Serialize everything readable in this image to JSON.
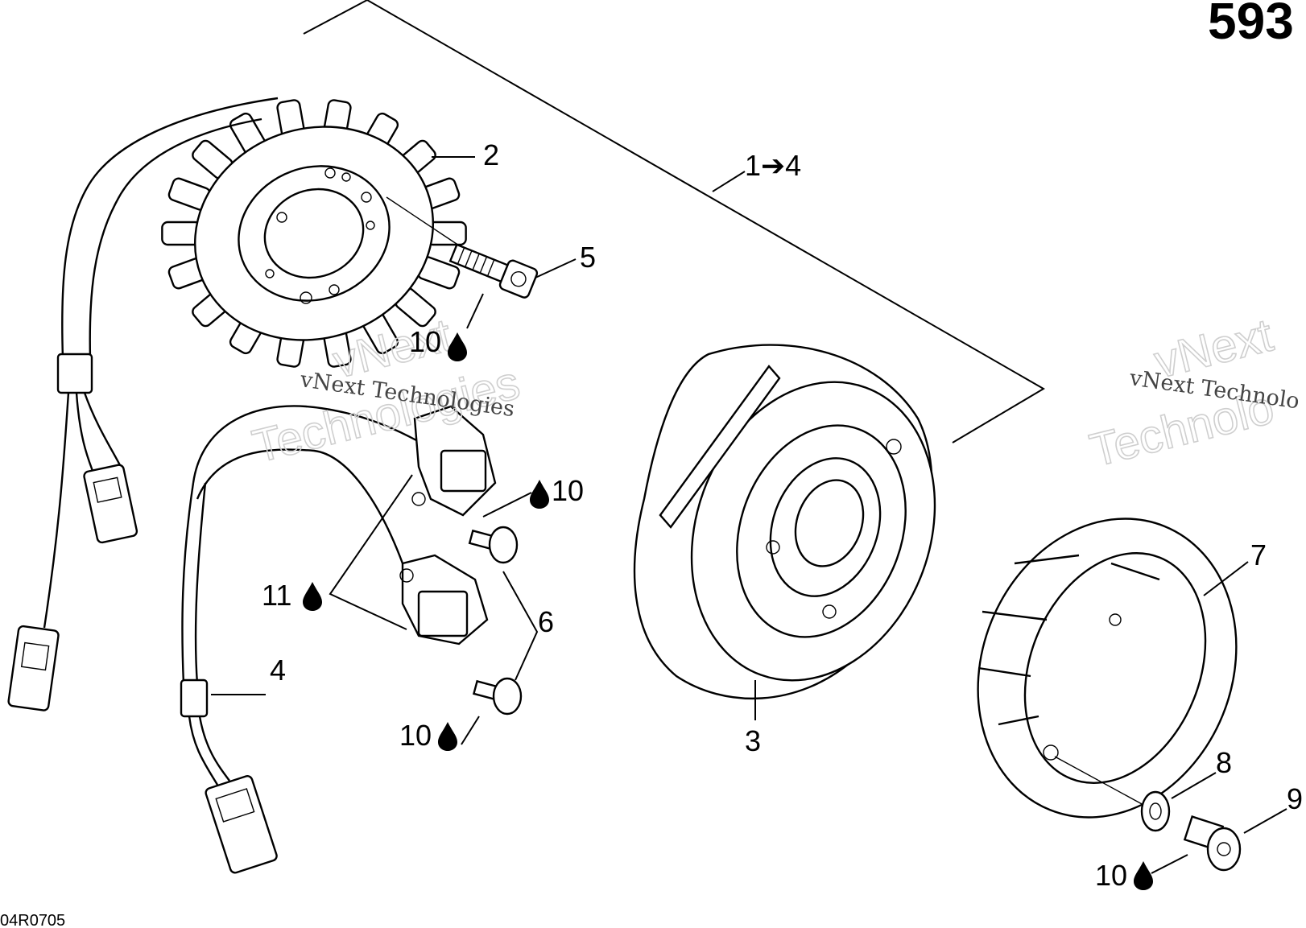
{
  "page": {
    "diagram_number": "593",
    "drawing_code": "04R0705"
  },
  "callouts": {
    "c1_4": "1➔4",
    "c2": "2",
    "c3": "3",
    "c4": "4",
    "c5": "5",
    "c6": "6",
    "c7": "7",
    "c8": "8",
    "c9": "9",
    "c10_bolt5": "10",
    "c10_screw_upper": "10",
    "c11": "11",
    "c10_screw_lower": "10",
    "c10_bolt9": "10"
  },
  "watermarks": [
    {
      "line1": "vNext",
      "line2": "Technologies",
      "caption": "vNext Technologies"
    },
    {
      "line1": "vNext",
      "line2": "Technolo",
      "caption": "vNext Technolo"
    }
  ],
  "icons": {
    "drop": "thread-locker-drop-icon"
  }
}
